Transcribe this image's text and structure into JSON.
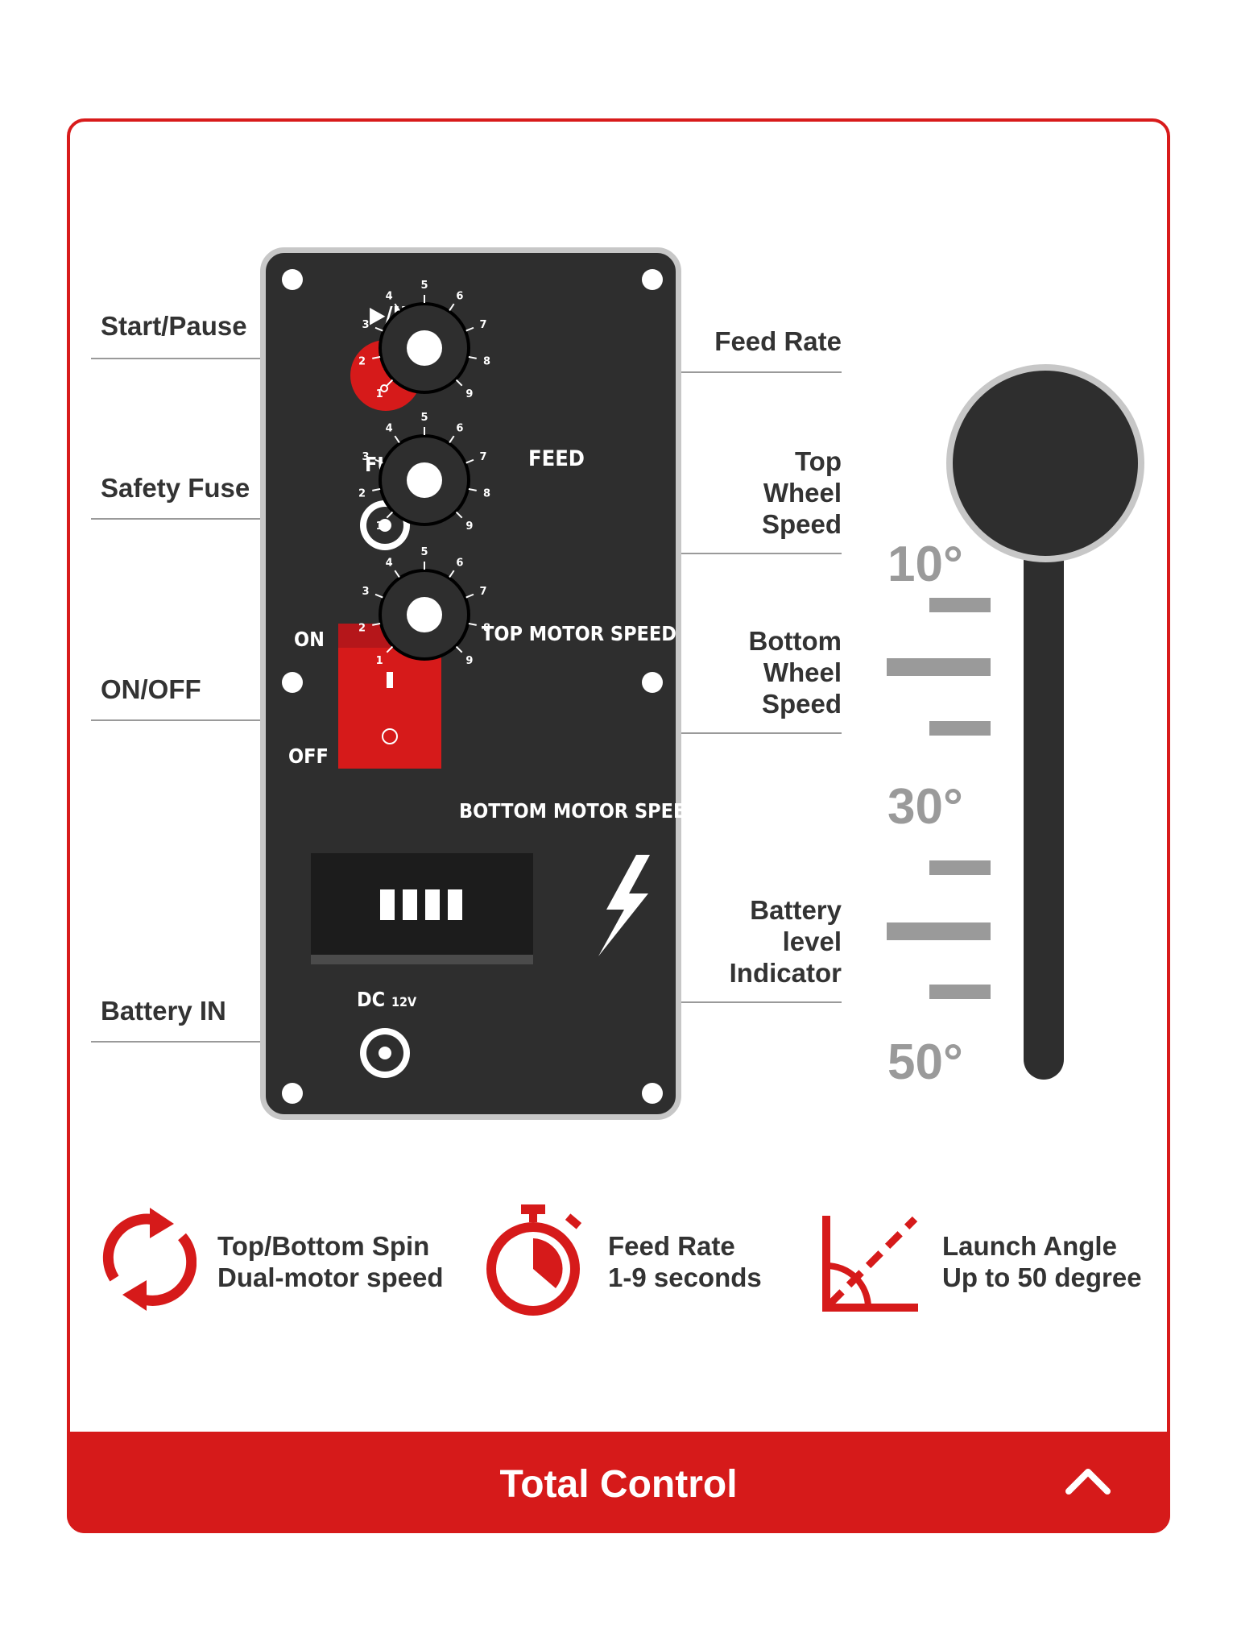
{
  "labels": {
    "start_pause": "Start/Pause",
    "safety_fuse": "Safety Fuse",
    "on_off": "ON/OFF",
    "battery_in": "Battery IN",
    "feed_rate": "Feed Rate",
    "top_wheel_speed": [
      "Top",
      "Wheel",
      "Speed"
    ],
    "bottom_wheel_speed": [
      "Bottom",
      "Wheel",
      "Speed"
    ],
    "battery_level": [
      "Battery",
      "level",
      "Indicator"
    ]
  },
  "panel": {
    "play_pause_symbol": "▶/II",
    "fuse": "FUSE",
    "on": "ON",
    "off": "OFF",
    "feed": "FEED",
    "top_motor_speed": "TOP MOTOR SPEED",
    "bottom_motor_speed": "BOTTOM MOTOR SPEED",
    "dc": "DC",
    "dc_voltage": "12V",
    "dial_numbers": [
      "1",
      "2",
      "3",
      "4",
      "5",
      "6",
      "7",
      "8",
      "9"
    ],
    "battery_bars": 4
  },
  "angles": [
    "10°",
    "30°",
    "50°"
  ],
  "features": [
    {
      "icon": "rotate-arrows-icon",
      "line1": "Top/Bottom Spin",
      "line2": "Dual-motor speed"
    },
    {
      "icon": "stopwatch-icon",
      "line1": "Feed Rate",
      "line2": "1-9 seconds"
    },
    {
      "icon": "angle-icon",
      "line1": "Launch Angle",
      "line2": "Up to 50 degree"
    }
  ],
  "footer": {
    "title": "Total Control",
    "toggle_icon": "chevron-up-icon"
  },
  "colors": {
    "accent": "#d61a1a",
    "panel": "#2e2e2e",
    "text": "#333333",
    "muted": "#9a9a9a"
  }
}
